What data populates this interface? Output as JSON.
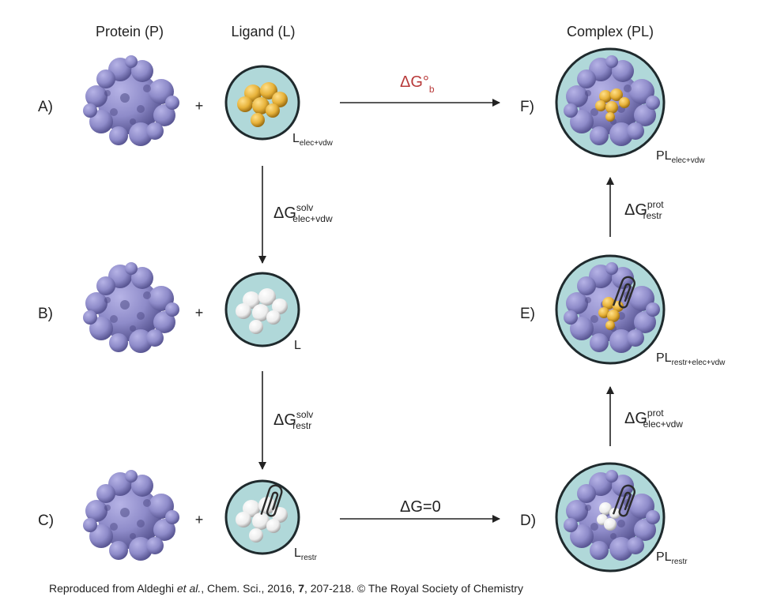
{
  "headers": {
    "protein": "Protein (P)",
    "ligand": "Ligand (L)",
    "complex": "Complex (PL)"
  },
  "states": {
    "A": {
      "label": "A)",
      "plus": "+",
      "sub": "elec+vdw",
      "base": "L"
    },
    "B": {
      "label": "B)",
      "plus": "+",
      "sub": "",
      "base": "L"
    },
    "C": {
      "label": "C)",
      "plus": "+",
      "sub": "restr",
      "base": "L"
    },
    "D": {
      "label": "D)",
      "sub": "restr",
      "base": "PL"
    },
    "E": {
      "label": "E)",
      "sub": "restr+elec+vdw",
      "base": "PL"
    },
    "F": {
      "label": "F)",
      "sub": "elec+vdw",
      "base": "PL"
    }
  },
  "transitions": {
    "AF": {
      "main": "ΔG°",
      "sub": "b"
    },
    "AB": {
      "main": "ΔG",
      "sup": "solv",
      "sub": "elec+vdw"
    },
    "BC": {
      "main": "ΔG",
      "sup": "solv",
      "sub": "restr"
    },
    "CD": {
      "main": "ΔG=0"
    },
    "DE": {
      "main": "ΔG",
      "sup": "prot",
      "sub": "elec+vdw"
    },
    "EF": {
      "main": "ΔG",
      "sup": "prot",
      "sub": "restr"
    }
  },
  "caption": {
    "pre": "Reproduced from Aldeghi ",
    "italic": "et al.",
    "mid": ", Chem. Sci., 2016, ",
    "bold": "7",
    "post": ", 207-218. © The Royal Society of Chemistry"
  },
  "colors": {
    "protein": "#8e8bc9",
    "protein_dark": "#5a5794",
    "ligand_gold": "#e7b23a",
    "ligand_white": "#f4f4f4",
    "solvent": "#b0d8d9",
    "ring": "#1f2a2d",
    "accent_red": "#b83a3a"
  }
}
